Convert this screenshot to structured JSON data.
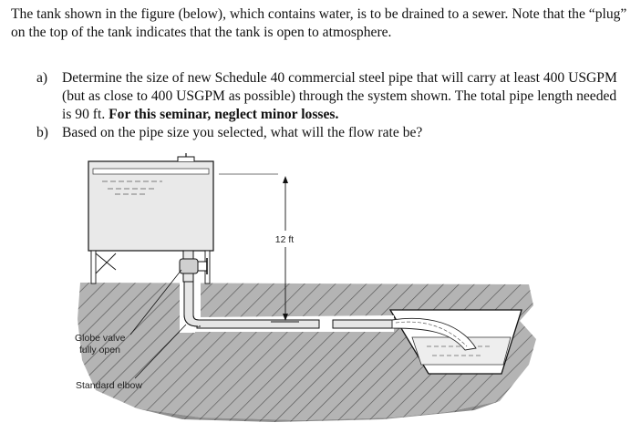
{
  "problem": {
    "intro": "The tank shown in the figure (below), which contains water, is to be drained to a sewer. Note that the “plug” on the top of the tank indicates that the tank is open to atmosphere.",
    "parts": [
      {
        "label": "a)",
        "text": "Determine the size of new Schedule 40 commercial steel pipe that will carry at least 400 USGPM (but as close to 400 USGPM as possible) through the system shown. The total pipe length needed is 90 ft. ",
        "bold": "For this seminar, neglect minor losses."
      },
      {
        "label": "b)",
        "text": "Based on the pipe size you selected, what will the flow rate be?",
        "bold": ""
      }
    ]
  },
  "figure": {
    "height_label": "12 ft",
    "valve_label_line1": "Globe valve",
    "valve_label_line2": "fully open",
    "elbow_label": "Standard elbow"
  }
}
